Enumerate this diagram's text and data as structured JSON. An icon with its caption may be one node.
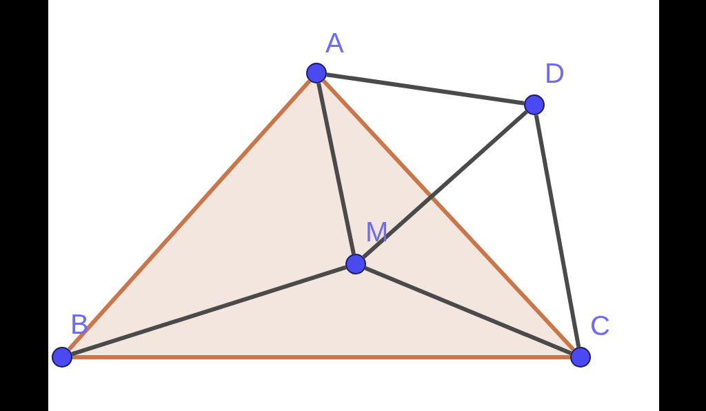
{
  "diagram": {
    "nodes": [
      {
        "text": [],
        "shape": "circle",
        "beside": [
          "A"
        ]
      },
      {
        "text": [],
        "shape": "circle",
        "beside": [
          "D"
        ]
      },
      {
        "text": [],
        "shape": "circle",
        "beside": [
          "M"
        ]
      },
      {
        "text": [],
        "shape": "circle",
        "beside": [
          "B"
        ]
      },
      {
        "text": [],
        "shape": "circle",
        "beside": [
          "C"
        ]
      }
    ],
    "edges": [
      {
        "from": 0,
        "to": 3,
        "arrow": "none",
        "color": "#c8764a"
      },
      {
        "from": 3,
        "to": 4,
        "arrow": "none",
        "color": "#c8764a"
      },
      {
        "from": 4,
        "to": 0,
        "arrow": "none",
        "color": "#c8764a"
      },
      {
        "from": 0,
        "to": 1,
        "arrow": "none"
      },
      {
        "from": 1,
        "to": 4,
        "arrow": "none"
      },
      {
        "from": 1,
        "to": 2,
        "arrow": "none"
      },
      {
        "from": 0,
        "to": 2,
        "arrow": "none"
      },
      {
        "from": 3,
        "to": 2,
        "arrow": "none"
      },
      {
        "from": 2,
        "to": 4,
        "arrow": "none"
      }
    ]
  }
}
